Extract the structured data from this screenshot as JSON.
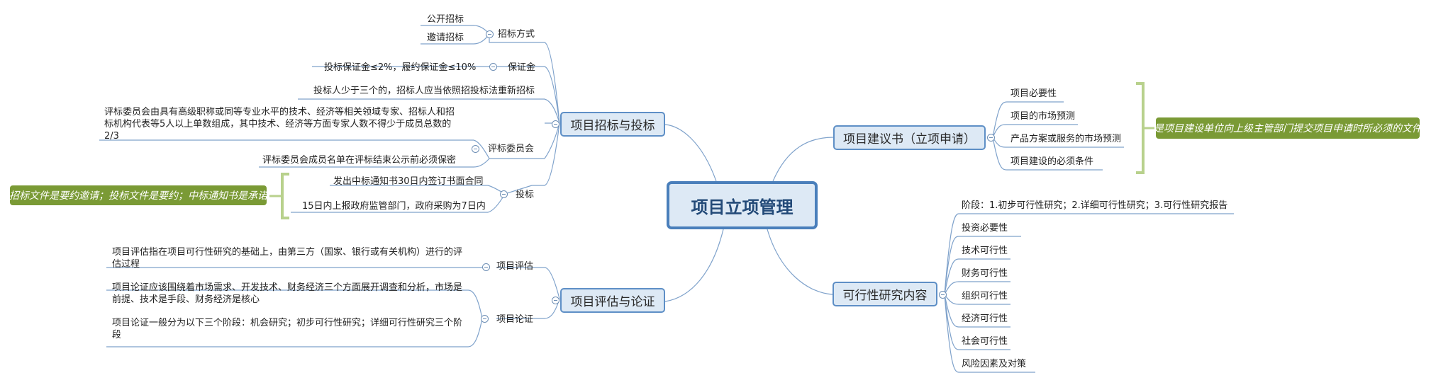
{
  "root": {
    "title": "项目立项管理"
  },
  "branches": {
    "bidding": {
      "label": "项目招标与投标",
      "methods": {
        "label": "招标方式",
        "items": [
          "公开招标",
          "邀请招标"
        ]
      },
      "deposit": {
        "label": "保证金",
        "text": "投标保证金≤2%，履约保证金≤10%"
      },
      "rebid": "投标人少于三个的，招标人应当依照招投标法重新招标",
      "committee": {
        "label": "评标委员会",
        "composition": "评标委员会由具有高级职称或同等专业水平的技术、经济等相关领域专家、招标人和招标机构代表等5人以上单数组成，其中技术、经济等方面专家人数不得少于成员总数的2/3",
        "secrecy": "评标委员会成员名单在评标结束公示前必须保密"
      },
      "tender": {
        "label": "投标",
        "contract": "发出中标通知书30日内签订书面合同",
        "report": "15日内上报政府监管部门，政府采购为7日内",
        "note": "招标文件是要约邀请；投标文件是要约；中标通知书是承诺"
      }
    },
    "evaluation": {
      "label": "项目评估与论证",
      "assess": {
        "label": "项目评估",
        "text": "项目评估指在项目可行性研究的基础上，由第三方（国家、银行或有关机构）进行的评估过程"
      },
      "demo": {
        "label": "项目论证",
        "items": [
          "项目论证应该围绕着市场需求、开发技术、财务经济三个方面展开调查和分析，市场是前提、技术是手段、财务经济是核心",
          "项目论证一般分为以下三个阶段：机会研究；初步可行性研究；详细可行性研究三个阶段"
        ]
      }
    },
    "proposal": {
      "label": "项目建议书（立项申请）",
      "items": [
        "项目必要性",
        "项目的市场预测",
        "产品方案或服务的市场预测",
        "项目建设的必须条件"
      ],
      "note": "是项目建设单位向上级主管部门提交项目申请时所必须的文件"
    },
    "feasibility": {
      "label": "可行性研究内容",
      "items": [
        "阶段：1.初步可行性研究；2.详细可行性研究；3.可行性研究报告",
        "投资必要性",
        "技术可行性",
        "财务可行性",
        "组织可行性",
        "经济可行性",
        "社会可行性",
        "风险因素及对策"
      ]
    }
  },
  "colors": {
    "connector": "#7fa2cb",
    "root_border": "#4a7fbb",
    "node_fill": "#dde9f5",
    "note_fill": "#7a9a35",
    "bracket": "#b8d18c"
  }
}
